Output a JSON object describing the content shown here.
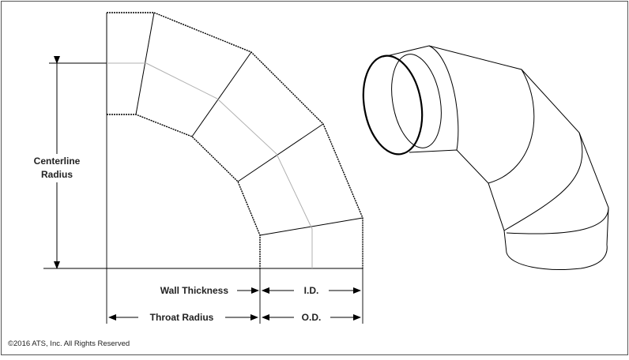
{
  "labels": {
    "centerline_line1": "Centerline",
    "centerline_line2": "Radius",
    "wall_thickness": "Wall Thickness",
    "id": "I.D.",
    "throat_radius": "Throat Radius",
    "od": "O.D."
  },
  "copyright": "©2016 ATS, Inc. All Rights Reserved",
  "colors": {
    "line": "#000000",
    "centerline": "#b0b0b0",
    "border": "#555555"
  }
}
